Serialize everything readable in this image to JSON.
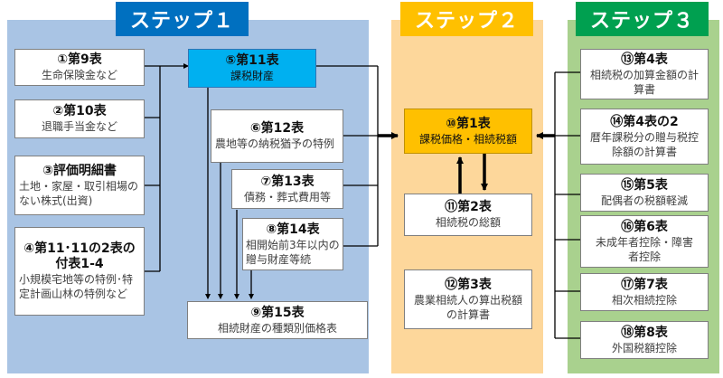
{
  "steps": {
    "s1": {
      "title": "ステップ１",
      "color": "#0070c0",
      "bg": "#a9c4e4"
    },
    "s2": {
      "title": "ステップ２",
      "color": "#ffc000",
      "bg": "#fdd79b"
    },
    "s3": {
      "title": "ステップ３",
      "color": "#00a050",
      "bg": "#a9d18e"
    }
  },
  "boxes": {
    "b1": {
      "title": "①第9表",
      "sub": "生命保険金など"
    },
    "b2": {
      "title": "②第10表",
      "sub": "退職手当金など"
    },
    "b3": {
      "title": "③評価明細書",
      "sub": "土地・家屋・取引相場のない株式(出資)"
    },
    "b4": {
      "title": "④第11･11の2表の付表1-4",
      "sub": "小規模宅地等の特例･特定計画山林の特例など"
    },
    "b5": {
      "title": "⑤第11表",
      "sub": "課税財産"
    },
    "b6": {
      "title": "⑥第12表",
      "sub": "農地等の納税猶予の特例"
    },
    "b7": {
      "title": "⑦第13表",
      "sub": "債務・葬式費用等"
    },
    "b8": {
      "title": "⑧第14表",
      "sub": "相開始前3年以内の贈与財産等続"
    },
    "b9": {
      "title": "⑨第15表",
      "sub": "相続財産の種類別価格表"
    },
    "b10": {
      "title": "⑩第1表",
      "sub": "課税価格・相続税額"
    },
    "b11": {
      "title": "⑪第2表",
      "sub": "相続税の総額"
    },
    "b12": {
      "title": "⑫第3表",
      "sub": "農業相続人の算出税額の計算書"
    },
    "b13": {
      "title": "⑬第4表",
      "sub": "相続税の加算金額の計算書"
    },
    "b14": {
      "title": "⑭第4表の2",
      "sub": "暦年課税分の贈与税控除額の計算書"
    },
    "b15": {
      "title": "⑮第5表",
      "sub": "配偶者の税額軽減"
    },
    "b16": {
      "title": "⑯第6表",
      "sub": "未成年者控除・障害者控除"
    },
    "b17": {
      "title": "⑰第7表",
      "sub": "相次相続控除"
    },
    "b18": {
      "title": "⑱第8表",
      "sub": "外国税額控除"
    }
  }
}
